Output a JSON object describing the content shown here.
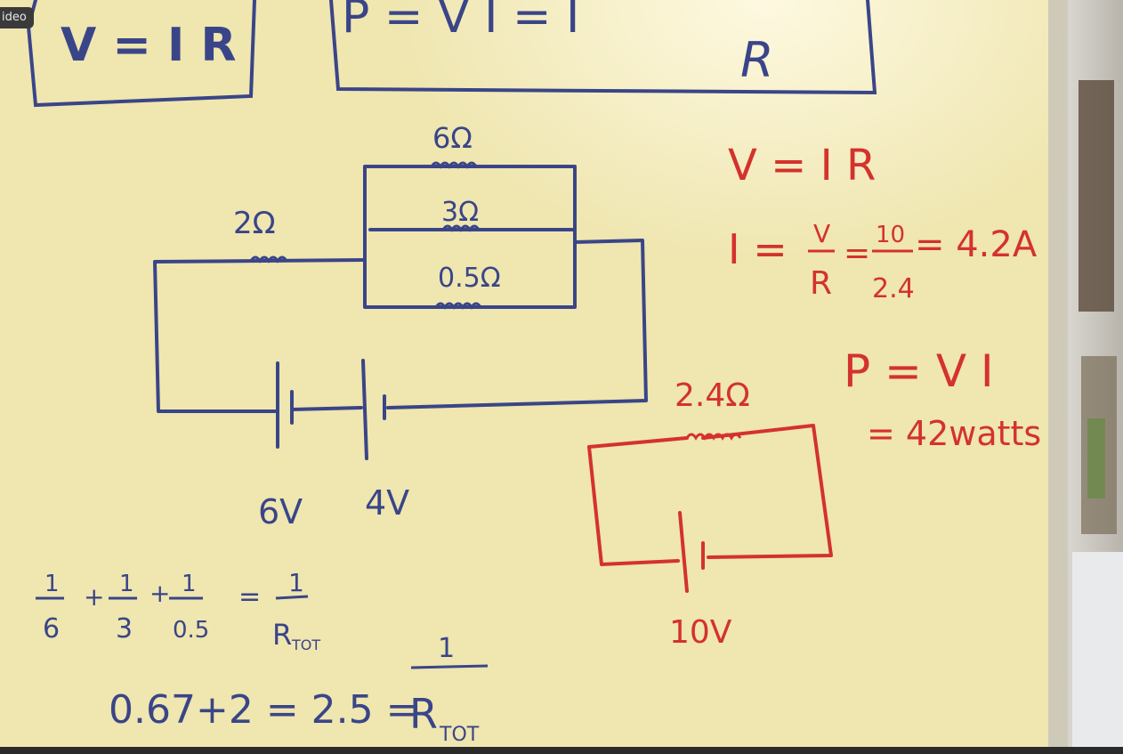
{
  "window": {
    "video_label": "ideo"
  },
  "top_formulas": {
    "left": "V = I R",
    "right_power": "P = V I = I",
    "right_fragment": "R",
    "right_denominator": "R"
  },
  "blue_circuit": {
    "resistor_top": "6Ω",
    "resistor_mid": "3Ω",
    "resistor_bot": "0.5Ω",
    "resistor_series": "2Ω",
    "battery_1": "6V",
    "battery_2": "4V"
  },
  "blue_calc": {
    "line1_terms": [
      "1",
      "6",
      "1",
      "3",
      "1",
      "0.5",
      "1",
      "R",
      "TOT"
    ],
    "line2": "0.67+2 = 2.5 = ",
    "line2_rhs_num": "1",
    "line2_rhs_den": "R",
    "line2_rhs_sub": "TOT"
  },
  "red_calc": {
    "ohm": "V = I R",
    "current_lhs": "I =",
    "current_frac_num": "V",
    "current_frac_den": "R",
    "current_val_num": "10",
    "current_val_den": "2.4",
    "current_result": "= 4.2A",
    "power": "P = V I",
    "power_result": "= 42watts",
    "resistor": "2.4Ω",
    "battery": "10V"
  },
  "colors": {
    "board": "#efe6b0",
    "blue_ink": "#3a4588",
    "red_ink": "#d4322c"
  }
}
